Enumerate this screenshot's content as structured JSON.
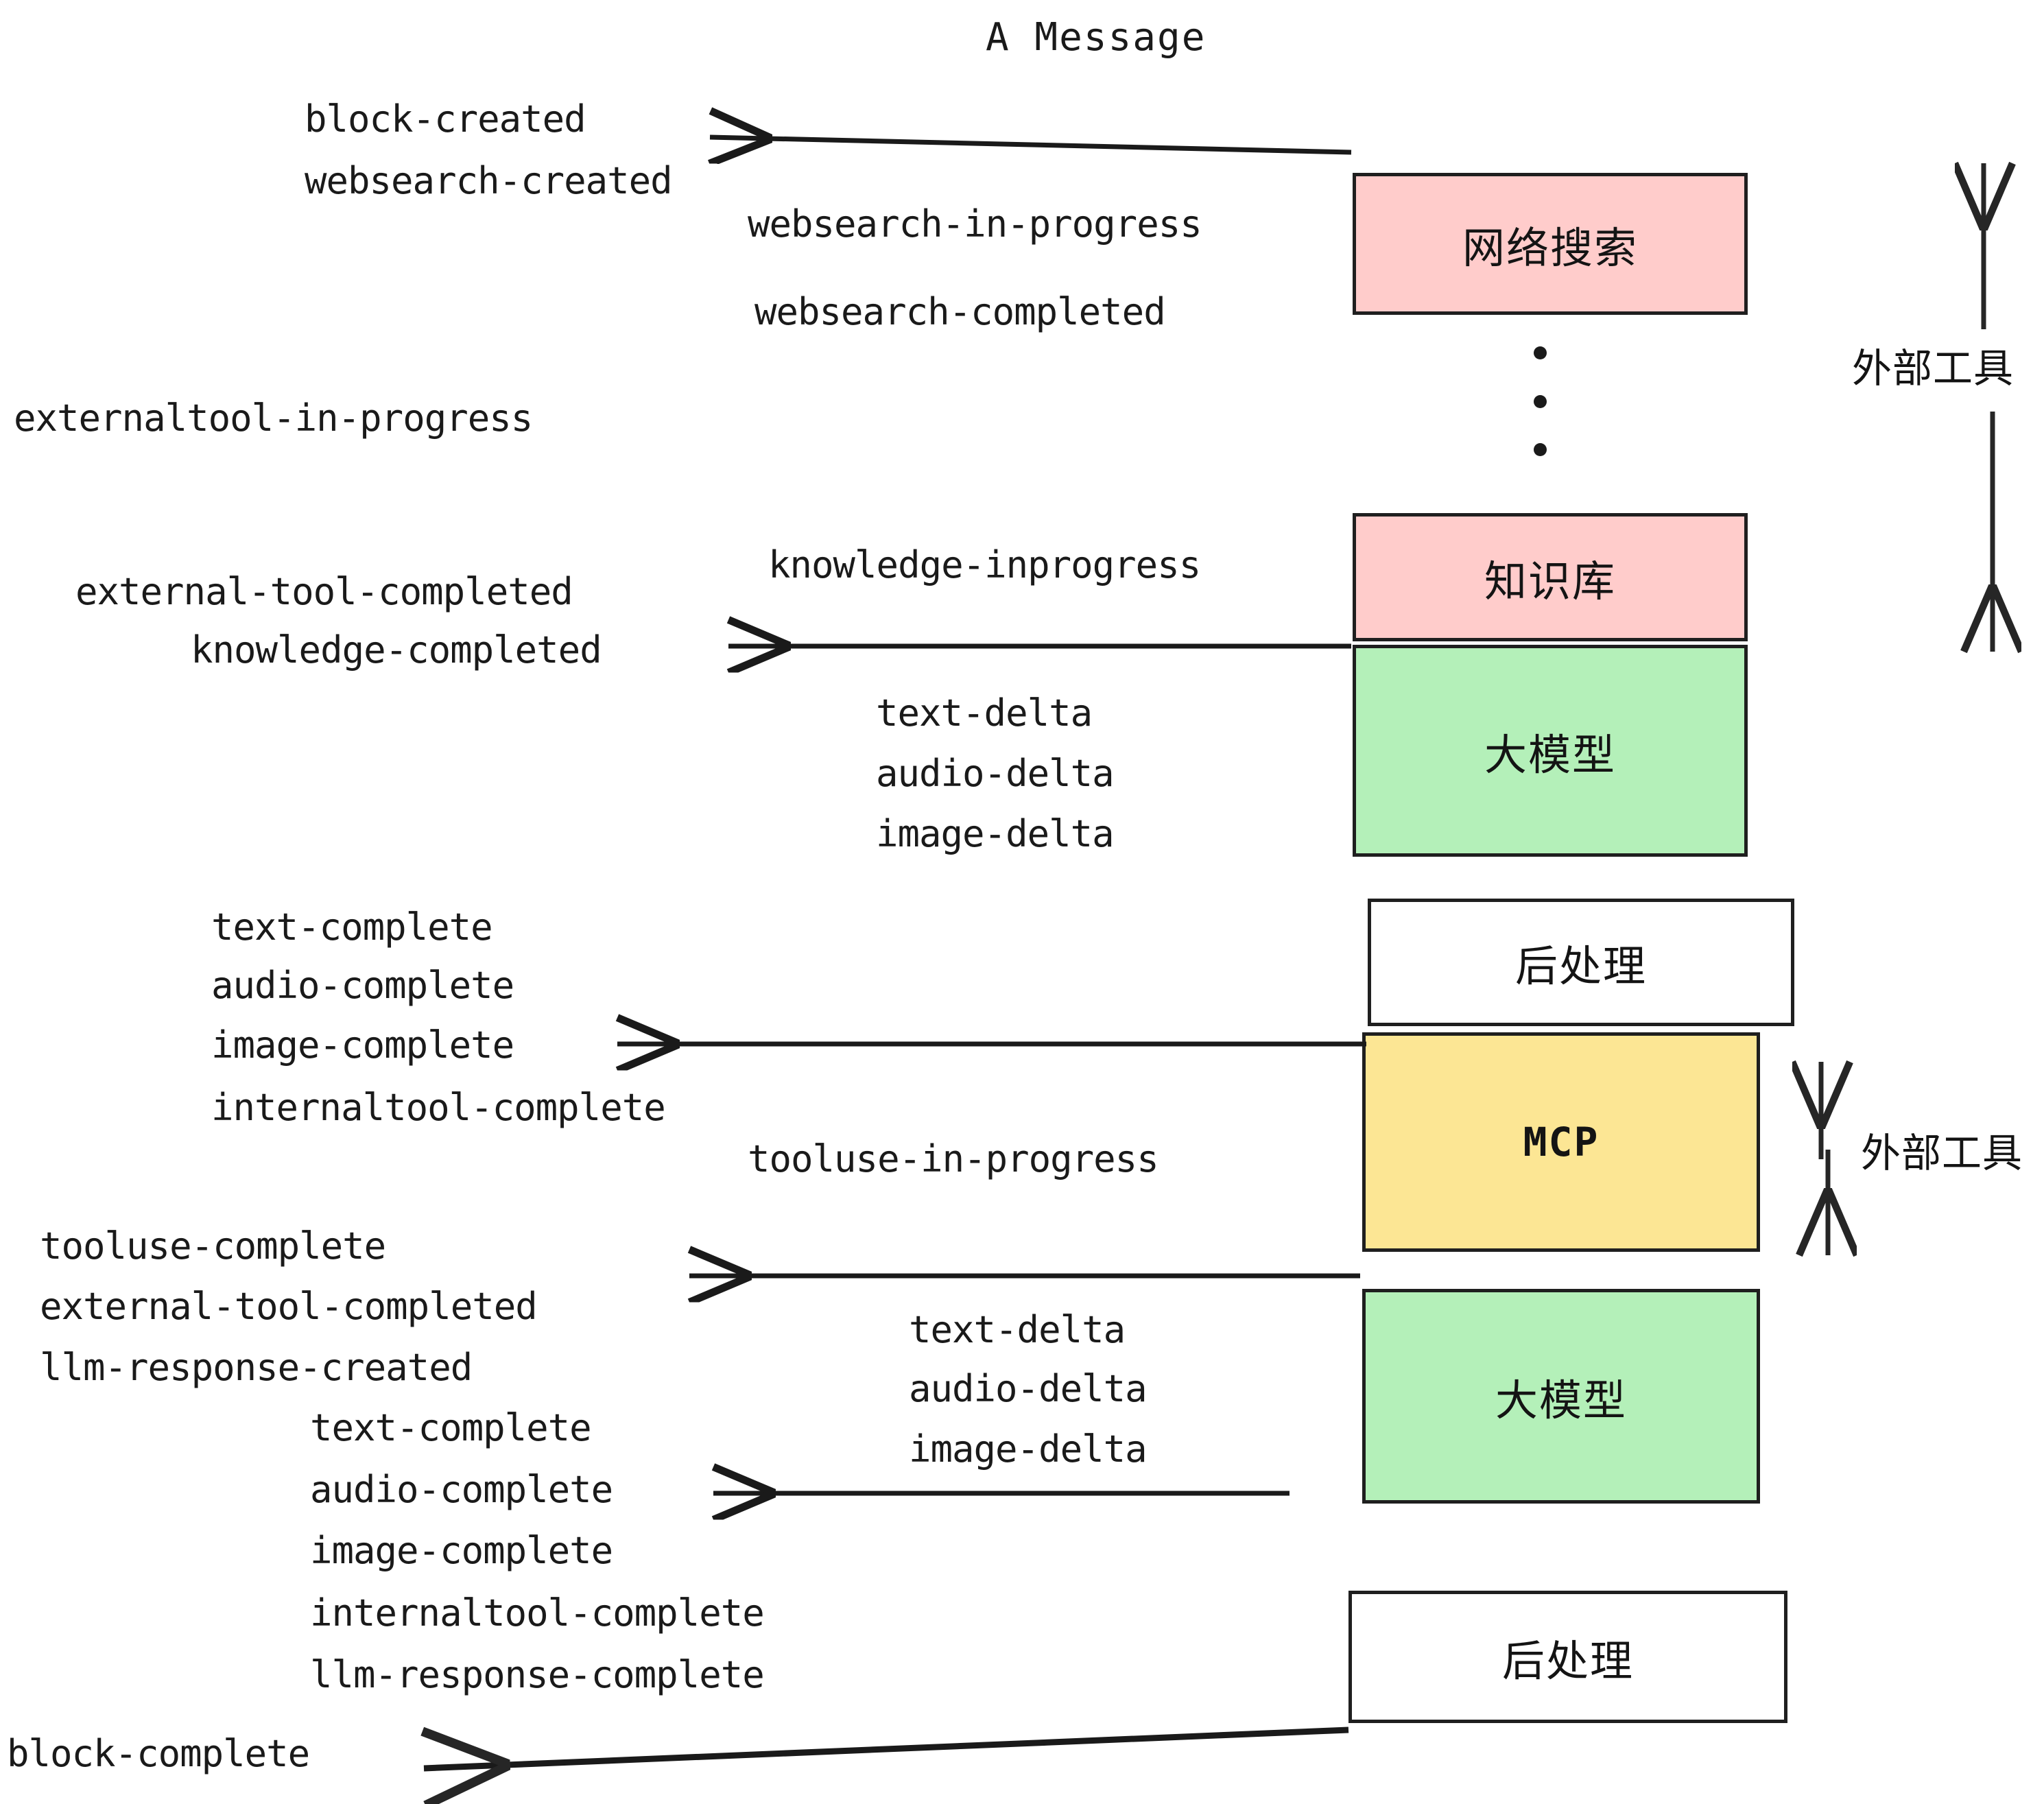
{
  "diagram": {
    "title": "A Message",
    "colors": {
      "pink": "#FFCCCB",
      "green": "#B4F0B9",
      "yellow": "#FCE694",
      "white": "#FFFFFF",
      "stroke": "#1F1F1F",
      "text": "#141414"
    },
    "nodes": [
      {
        "id": "websearch",
        "label": "网络搜索",
        "fill": "#FFCCCB",
        "mono": false
      },
      {
        "id": "knowledge",
        "label": "知识库",
        "fill": "#FFCCCB",
        "mono": false
      },
      {
        "id": "llm-top",
        "label": "大模型",
        "fill": "#B4F0B9",
        "mono": false
      },
      {
        "id": "post-top",
        "label": "后处理",
        "fill": "#FFFFFF",
        "mono": false
      },
      {
        "id": "mcp",
        "label": "MCP",
        "fill": "#FCE694",
        "mono": true
      },
      {
        "id": "llm-bottom",
        "label": "大模型",
        "fill": "#B4F0B9",
        "mono": false
      },
      {
        "id": "post-bottom",
        "label": "后处理",
        "fill": "#FFFFFF",
        "mono": false
      }
    ],
    "side_labels": [
      {
        "id": "external-tools-top",
        "text": "外部工具"
      },
      {
        "id": "external-tools-bottom",
        "text": "外部工具"
      }
    ],
    "events": [
      {
        "id": "e01",
        "text": "block-created"
      },
      {
        "id": "e02",
        "text": "websearch-created"
      },
      {
        "id": "e03",
        "text": "websearch-in-progress"
      },
      {
        "id": "e04",
        "text": "websearch-completed"
      },
      {
        "id": "e05",
        "text": "externaltool-in-progress"
      },
      {
        "id": "e06",
        "text": "knowledge-inprogress"
      },
      {
        "id": "e07",
        "text": "external-tool-completed"
      },
      {
        "id": "e08",
        "text": "knowledge-completed"
      },
      {
        "id": "e09",
        "text": "text-delta"
      },
      {
        "id": "e10",
        "text": "audio-delta"
      },
      {
        "id": "e11",
        "text": "image-delta"
      },
      {
        "id": "e12",
        "text": "text-complete"
      },
      {
        "id": "e13",
        "text": "audio-complete"
      },
      {
        "id": "e14",
        "text": "image-complete"
      },
      {
        "id": "e15",
        "text": "internaltool-complete"
      },
      {
        "id": "e16",
        "text": "tooluse-in-progress"
      },
      {
        "id": "e17",
        "text": "tooluse-complete"
      },
      {
        "id": "e18",
        "text": "external-tool-completed"
      },
      {
        "id": "e19",
        "text": "llm-response-created"
      },
      {
        "id": "e20",
        "text": "text-delta"
      },
      {
        "id": "e21",
        "text": "audio-delta"
      },
      {
        "id": "e22",
        "text": "image-delta"
      },
      {
        "id": "e23",
        "text": "text-complete"
      },
      {
        "id": "e24",
        "text": "audio-complete"
      },
      {
        "id": "e25",
        "text": "image-complete"
      },
      {
        "id": "e26",
        "text": "internaltool-complete"
      },
      {
        "id": "e27",
        "text": "llm-response-complete"
      },
      {
        "id": "e28",
        "text": "block-complete"
      }
    ]
  }
}
